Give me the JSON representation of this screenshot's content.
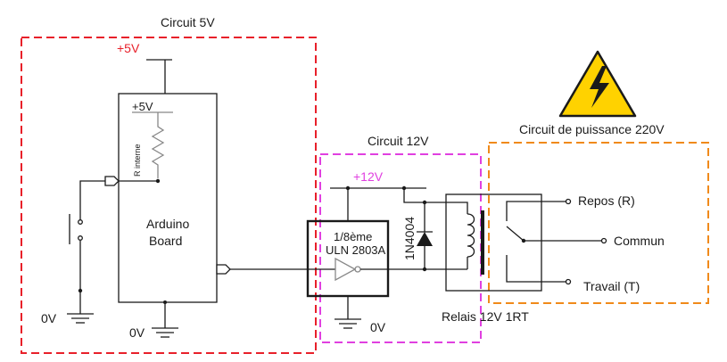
{
  "colors": {
    "circuit_5v": "#e8202a",
    "circuit_12v": "#e040e0",
    "circuit_220v": "#f08a1a",
    "warning_yellow": "#ffd200",
    "wire": "#1a1a1a",
    "resistor": "#888888"
  },
  "labels": {
    "circuit_5v": "Circuit 5V",
    "circuit_12v": "Circuit 12V",
    "circuit_220v": "Circuit de puissance 220V",
    "plus5v_top": "+5V",
    "plus5v_inner": "+5V",
    "r_interne": "R interne",
    "arduino_line1": "Arduino",
    "arduino_line2": "Board",
    "zero_v_left": "0V",
    "zero_v_mid": "0V",
    "zero_v_12v": "0V",
    "plus12v": "+12V",
    "uln_line1": "1/8ème",
    "uln_line2": "ULN 2803A",
    "diode": "1N4004",
    "relay": "Relais 12V 1RT",
    "repos": "Repos (R)",
    "commun": "Commun",
    "travail": "Travail (T)"
  },
  "icons": {
    "warning": "high-voltage-warning-icon"
  }
}
